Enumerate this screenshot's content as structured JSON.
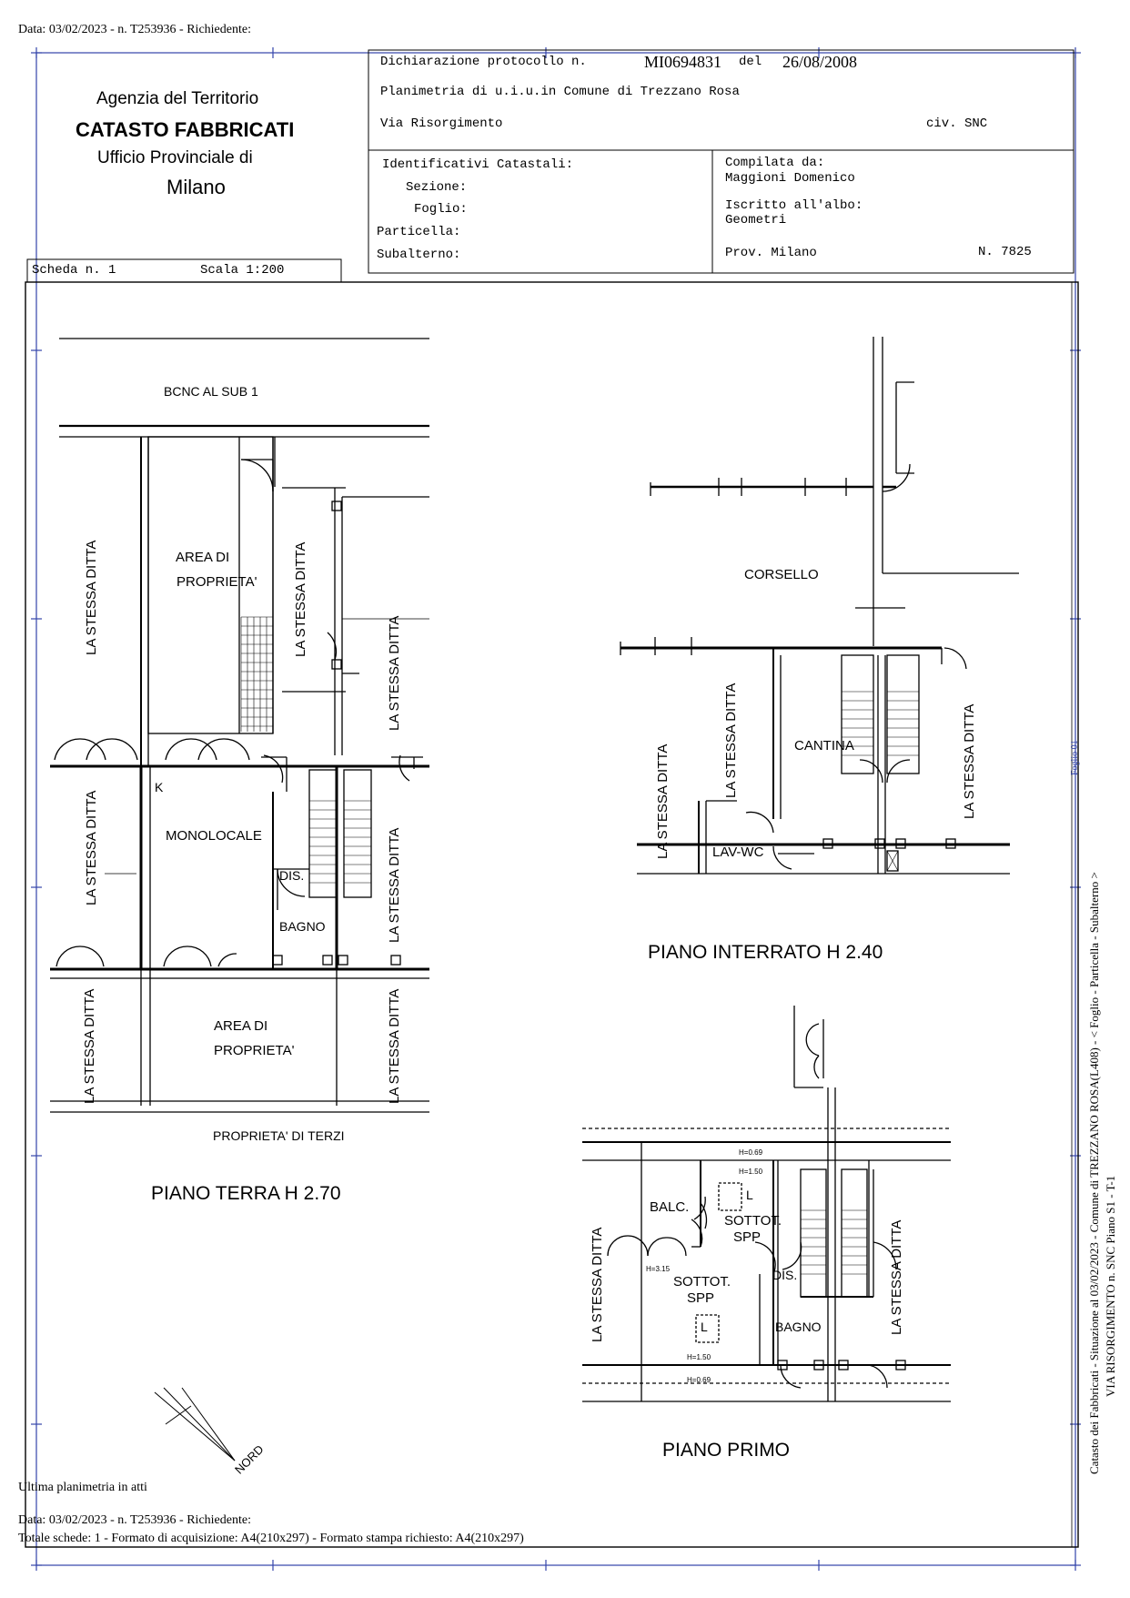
{
  "header_top": "Data: 03/02/2023 - n. T253936 - Richiedente:",
  "office": {
    "line1": "Agenzia del Territorio",
    "line2": "CATASTO FABBRICATI",
    "line3": "Ufficio Provinciale di",
    "line4": "Milano"
  },
  "declaration": {
    "prefix": "Dichiarazione protocollo n.",
    "protocol": "MI0694831",
    "del": "del",
    "date": "26/08/2008",
    "planimetria": "Planimetria di u.i.u.in Comune di Trezzano Rosa",
    "via": "Via Risorgimento",
    "civ": "civ. SNC"
  },
  "identifiers": {
    "title": "Identificativi Catastali:",
    "sezione": "Sezione:",
    "foglio": "Foglio:",
    "particella": "Particella:",
    "subalterno": "Subalterno:"
  },
  "compiler": {
    "title": "Compilata da:",
    "name": "Maggioni Domenico",
    "albo": "Iscritto all'albo:",
    "albo_value": "Geometri",
    "prov": "Prov. Milano",
    "num": "N.  7825"
  },
  "scheda": "Scheda n. 1",
  "scala": "Scala 1:200",
  "plan_terra": {
    "title": "PIANO TERRA H 2.70",
    "bcnc": "BCNC AL SUB 1",
    "area1_a": "AREA DI",
    "area1_b": "PROPRIETA'",
    "area2_a": "AREA DI",
    "area2_b": "PROPRIETA'",
    "monolocale": "MONOLOCALE",
    "k": "K",
    "dis": "DIS.",
    "bagno": "BAGNO",
    "terzi": "PROPRIETA' DI TERZI",
    "stessa": "LA STESSA DITTA"
  },
  "plan_interrato": {
    "title": "PIANO INTERRATO H 2.40",
    "corsello": "CORSELLO",
    "cantina": "CANTINA",
    "lavwc": "LAV-WC",
    "stessa": "LA STESSA DITTA"
  },
  "plan_primo": {
    "title": "PIANO PRIMO",
    "balc": "BALC.",
    "sottot1_a": "SOTTOT.",
    "sottot1_b": "SPP",
    "sottot2_a": "SOTTOT.",
    "sottot2_b": "SPP",
    "dis": "DIS.",
    "bagno": "BAGNO",
    "h069a": "H=0.69",
    "h150a": "H=1.50",
    "h315": "H=3.15",
    "h150b": "H=1.50",
    "h069b": "H=0.69",
    "l": "L",
    "stessa": "LA STESSA DITTA"
  },
  "nord": "NORD",
  "footer": {
    "ultima": "Ultima planimetria in atti",
    "data": "Data: 03/02/2023 - n. T253936 - Richiedente:",
    "totale": "Totale schede: 1 - Formato di acquisizione: A4(210x297)  - Formato stampa richiesto: A4(210x297)"
  },
  "side": {
    "line1": "Catasto dei Fabbricati - Situazione al 03/02/2023 - Comune di TREZZANO ROSA(L408) - < Foglio   - Particella    - Subalterno  >",
    "line2": "VIA RISORGIMENTO n. SNC Piano S1 - T-1",
    "stamp": "Foglio 01"
  }
}
